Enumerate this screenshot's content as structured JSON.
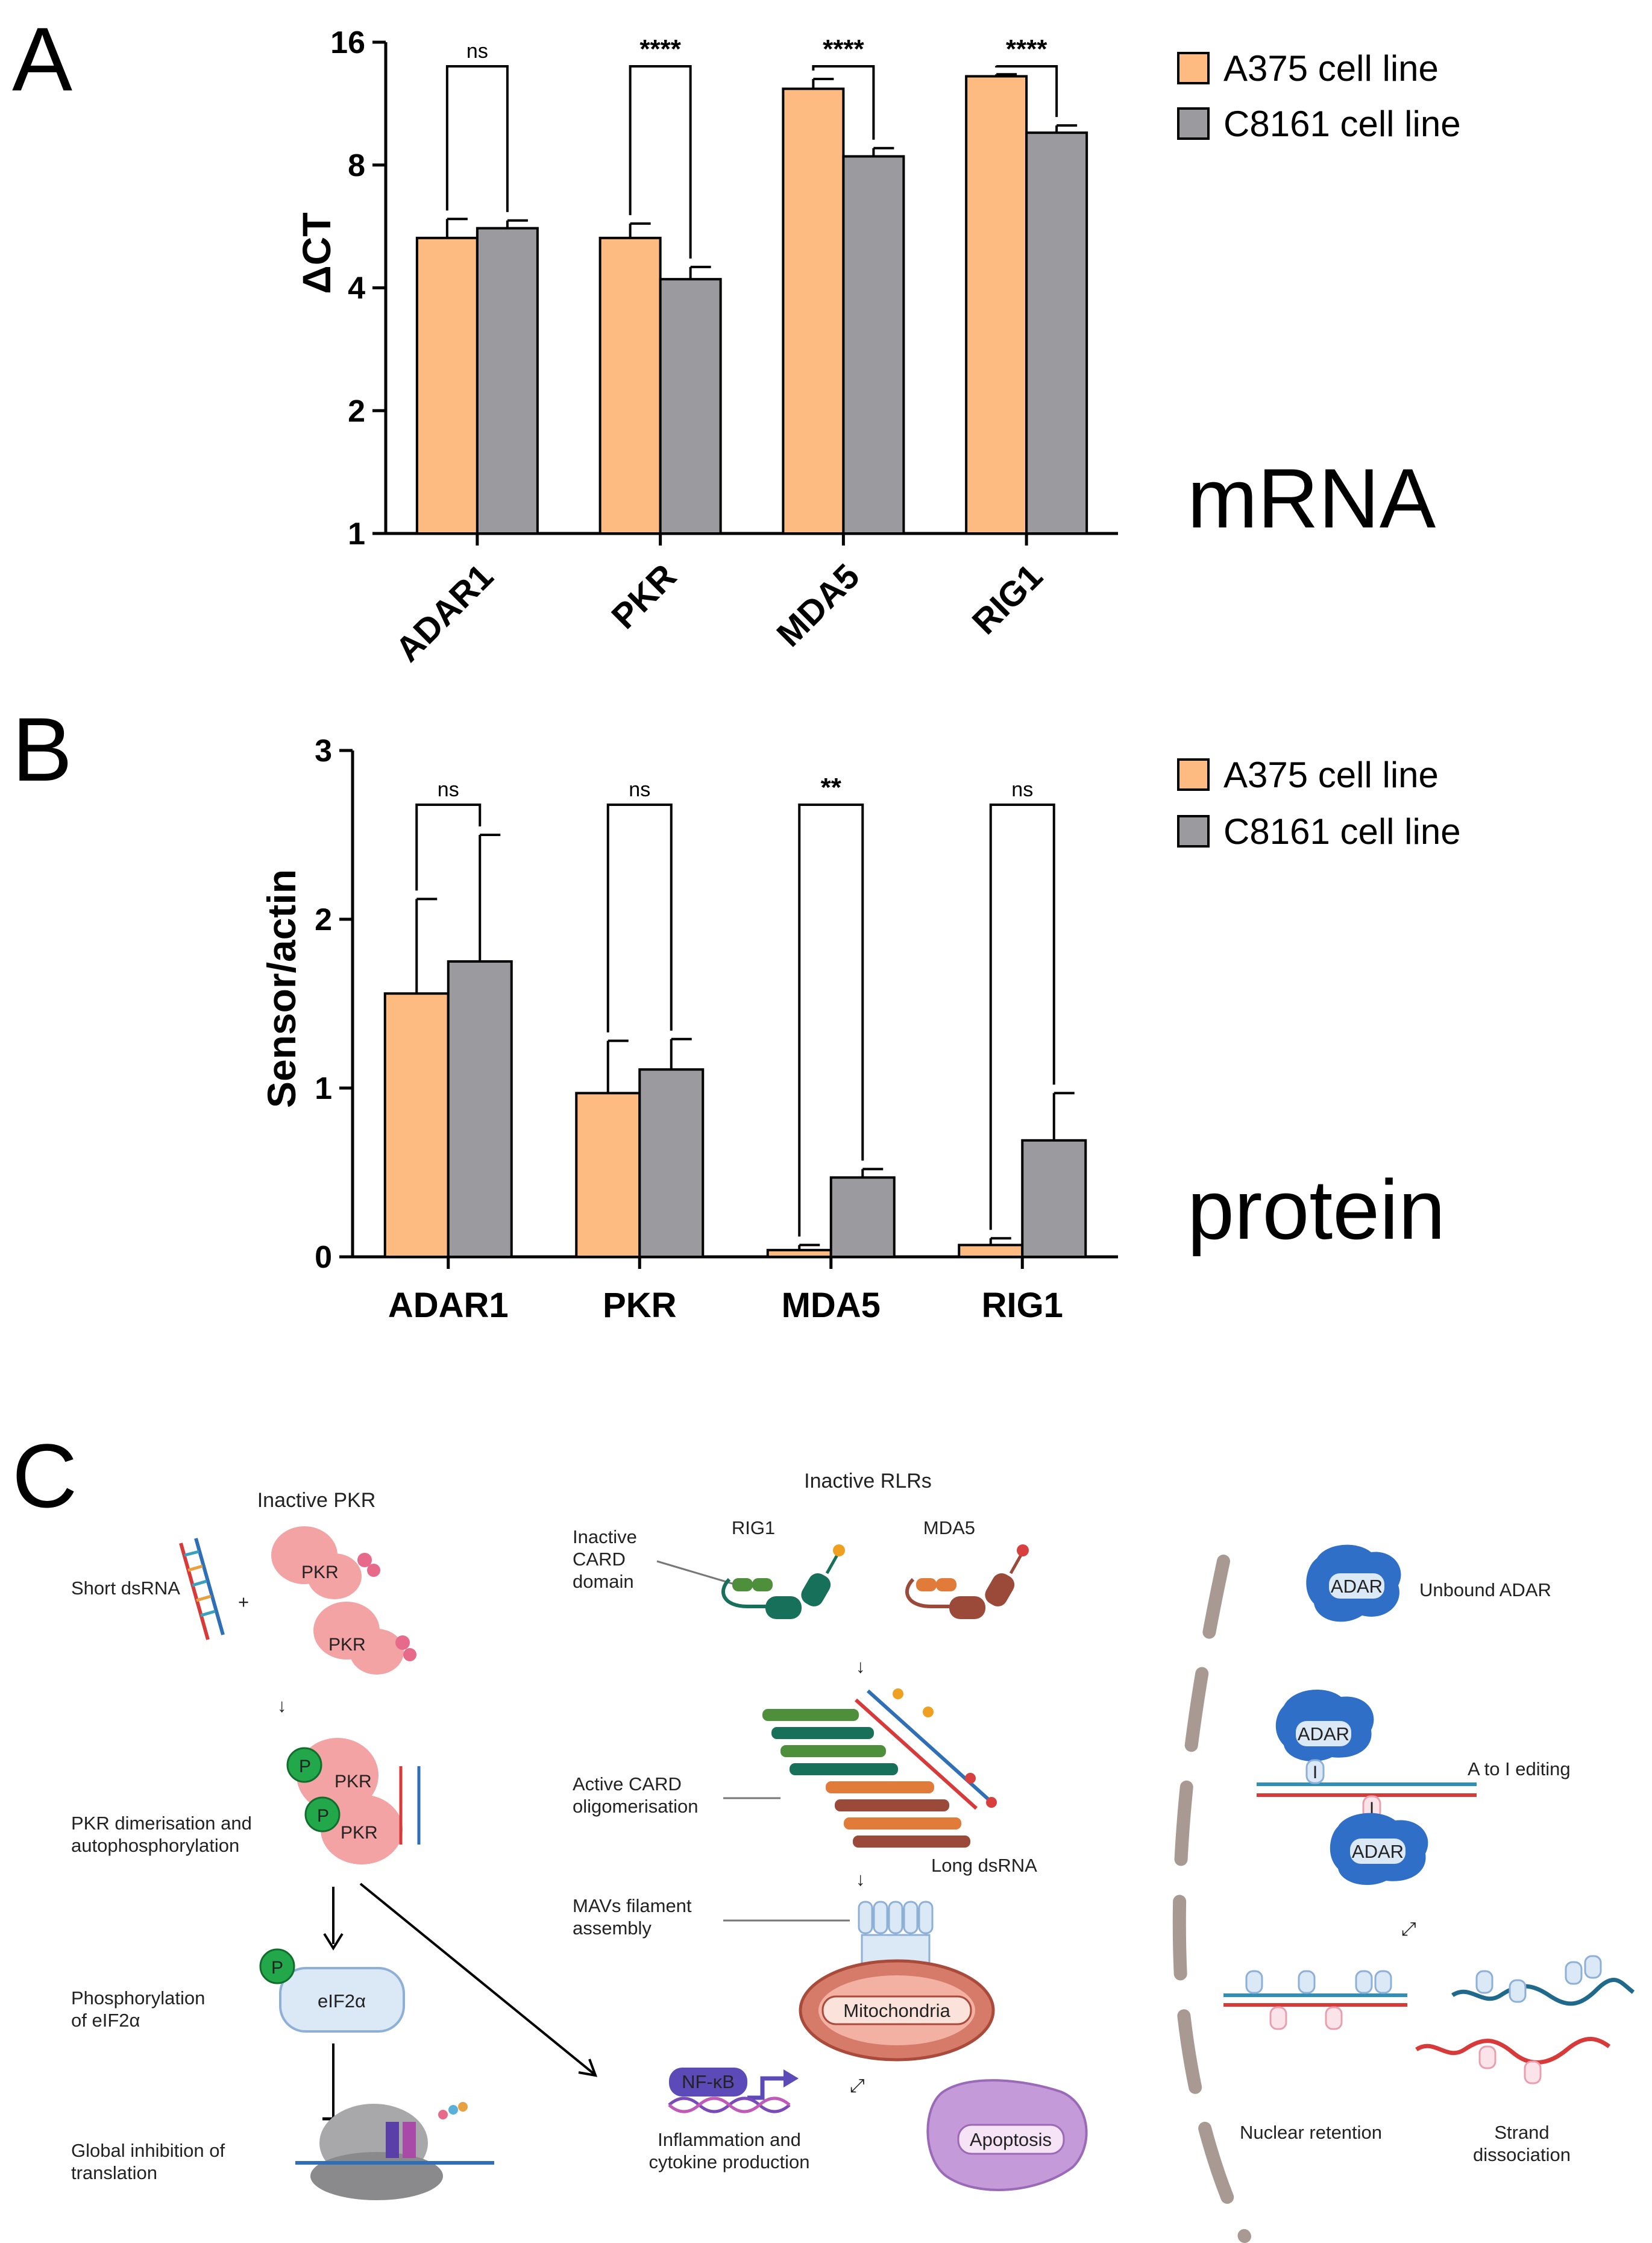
{
  "panels": {
    "a": "A",
    "b": "B",
    "c": "C"
  },
  "colors": {
    "a375": "#FDBA81",
    "c8161": "#9A9A9F"
  },
  "chart_data": [
    {
      "type": "bar",
      "ylabel": "ΔCT",
      "yscale": "log2",
      "ylim": [
        1,
        16
      ],
      "yticks": [
        "1",
        "2",
        "4",
        "8",
        "16"
      ],
      "categories": [
        "ADAR1",
        "PKR",
        "MDA5",
        "RIG1"
      ],
      "series": [
        {
          "name": "A375 cell line",
          "values": [
            5.3,
            5.3,
            12.3,
            13.2
          ],
          "errors": [
            0.6,
            0.45,
            0.7,
            0.15
          ]
        },
        {
          "name": "C8161 cell line",
          "values": [
            5.6,
            4.2,
            8.4,
            9.6
          ],
          "errors": [
            0.25,
            0.3,
            0.4,
            0.4
          ]
        }
      ],
      "significance": [
        "ns",
        "****",
        "****",
        "****"
      ],
      "annotation": "mRNA",
      "legend": "top-right"
    },
    {
      "type": "bar",
      "ylabel": "Sensor/actin",
      "ylim": [
        0,
        3
      ],
      "yticks": [
        "0",
        "1",
        "2",
        "3"
      ],
      "categories": [
        "ADAR1",
        "PKR",
        "MDA5",
        "RIG1"
      ],
      "series": [
        {
          "name": "A375 cell line",
          "values": [
            1.56,
            0.97,
            0.04,
            0.07
          ],
          "errors": [
            0.56,
            0.31,
            0.03,
            0.04
          ]
        },
        {
          "name": "C8161 cell line",
          "values": [
            1.75,
            1.11,
            0.47,
            0.69
          ],
          "errors": [
            0.75,
            0.18,
            0.05,
            0.28
          ]
        }
      ],
      "significance": [
        "ns",
        "ns",
        "**",
        "ns"
      ],
      "annotation": "protein",
      "legend": "top-right"
    }
  ],
  "diagram": {
    "pkr": {
      "title": "Inactive PKR",
      "short_dsrna": "Short dsRNA",
      "plus": "+",
      "enzyme": "PKR",
      "phospho": "P",
      "dimerisation": [
        "PKR dimerisation and",
        "autophosphorylation"
      ],
      "phosphorylation": [
        "Phosphorylation",
        "of eIF2α"
      ],
      "eif2a": "eIF2α",
      "inhibition": [
        "Global inhibition of",
        "translation"
      ]
    },
    "rlr": {
      "title": "Inactive RLRs",
      "rig1": "RIG1",
      "mda5": "MDA5",
      "inactive_card": [
        "Inactive",
        "CARD",
        "domain"
      ],
      "active_card": [
        "Active CARD",
        "oligomerisation"
      ],
      "long_dsrna": "Long dsRNA",
      "mavs": [
        "MAVs filament",
        "assembly"
      ],
      "mitochondria": "Mitochondria",
      "nfkb": "NF-κB",
      "inflammation": [
        "Inflammation and",
        "cytokine production"
      ],
      "apoptosis": "Apoptosis"
    },
    "adar": {
      "enzyme": "ADAR",
      "unbound": "Unbound ADAR",
      "editing": "A to I editing",
      "inosine": "I",
      "nuclear_retention": "Nuclear retention",
      "strand_dissociation": [
        "Strand",
        "dissociation"
      ]
    }
  }
}
